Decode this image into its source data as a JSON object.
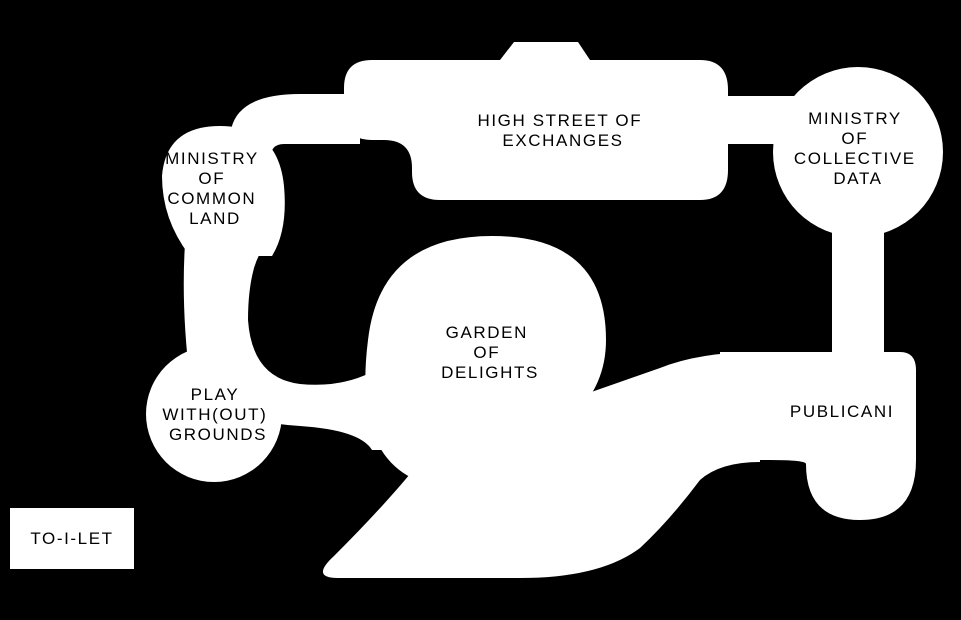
{
  "colors": {
    "background": "#000000",
    "shape": "#ffffff",
    "text": "#000000"
  },
  "rooms": {
    "high_street": [
      "HIGH STREET OF",
      "EXCHANGES"
    ],
    "collective_data": [
      "MINISTRY",
      "OF",
      "COLLECTIVE",
      "DATA"
    ],
    "common_land": [
      "MINISTRY",
      "OF",
      "COMMON",
      "LAND"
    ],
    "garden": [
      "GARDEN",
      "OF",
      "DELIGHTS"
    ],
    "play": [
      "PLAY",
      "WITH(OUT)",
      "GROUNDS"
    ],
    "publicani": [
      "PUBLICANI"
    ],
    "toilet": "TO-I-LET"
  }
}
